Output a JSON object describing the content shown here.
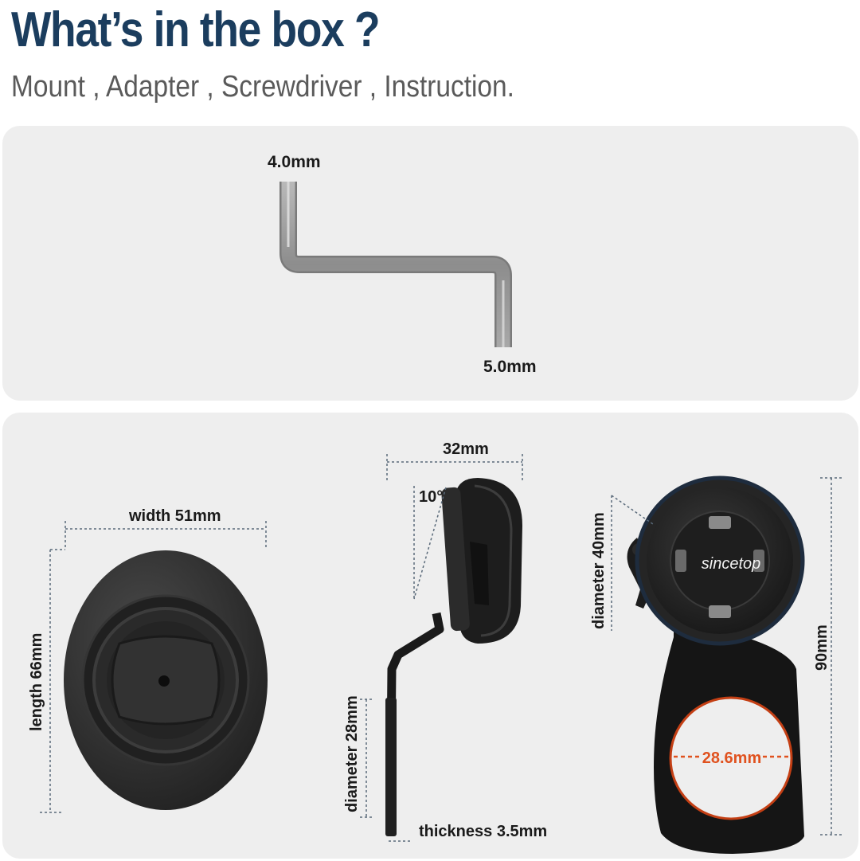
{
  "header": {
    "title": "What’s in the box ?",
    "subtitle": "Mount , Adapter , Screwdriver , Instruction."
  },
  "screwdriver": {
    "top_size": "4.0mm",
    "bottom_size": "5.0mm"
  },
  "adapter": {
    "width": "width 51mm",
    "length": "length 66mm"
  },
  "side_view": {
    "depth": "32mm",
    "angle": "10°",
    "diameter": "diameter 28mm",
    "thickness": "thickness 3.5mm"
  },
  "mount": {
    "brand": "sincetop",
    "diameter": "diameter 40mm",
    "height": "90mm",
    "clamp": "28.6mm"
  },
  "colors": {
    "title": "#1b3d5e",
    "panel": "#eeeeee",
    "clamp_accent": "#e0521f"
  }
}
